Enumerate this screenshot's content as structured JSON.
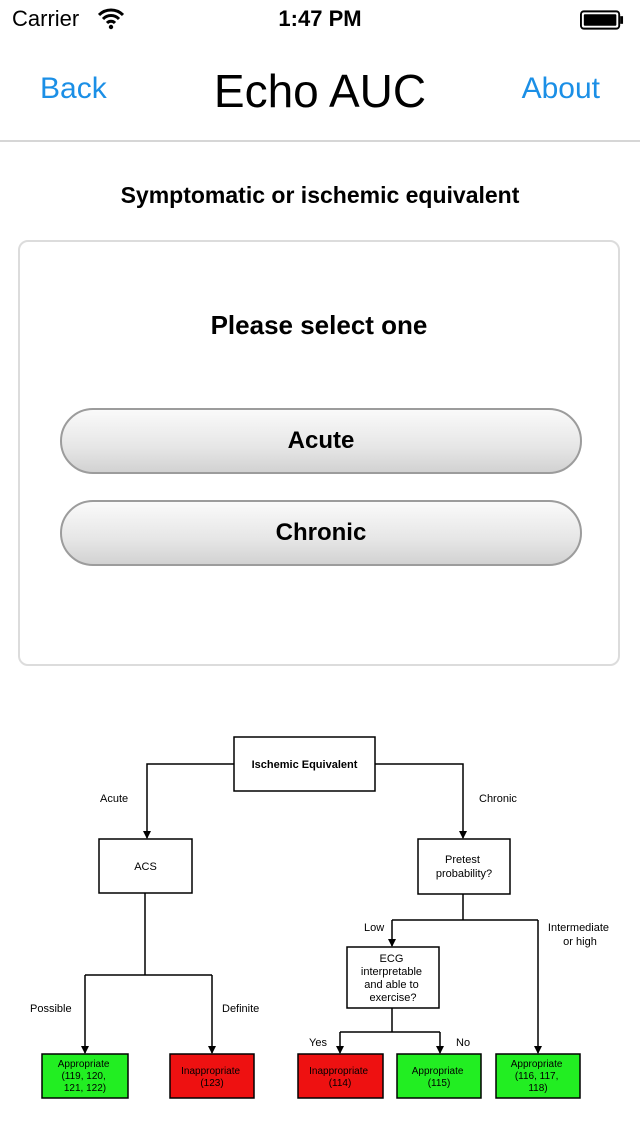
{
  "status_bar": {
    "carrier": "Carrier",
    "time": "1:47 PM"
  },
  "nav": {
    "back_label": "Back",
    "title": "Echo AUC",
    "about_label": "About"
  },
  "section_title": "Symptomatic or ischemic equivalent",
  "selection": {
    "prompt": "Please select one",
    "options": [
      "Acute",
      "Chronic"
    ]
  },
  "flowchart": {
    "root": "Ischemic Equivalent",
    "branch_acute": "Acute",
    "branch_chronic": "Chronic",
    "acs": "ACS",
    "pretest": [
      "Pretest",
      "probability?"
    ],
    "label_possible": "Possible",
    "label_definite": "Definite",
    "label_low": "Low",
    "label_intermediate": [
      "Intermediate",
      "or high"
    ],
    "ecg": [
      "ECG",
      "interpretable",
      "and able to",
      "exercise?"
    ],
    "label_yes": "Yes",
    "label_no": "No",
    "out_possible": [
      "Appropriate",
      "(119, 120,",
      "121, 122)"
    ],
    "out_definite": [
      "Inappropriate",
      "(123)"
    ],
    "out_yes": [
      "Inappropriate",
      "(114)"
    ],
    "out_no": [
      "Appropriate",
      "(115)"
    ],
    "out_intermediate": [
      "Appropriate",
      "(116, 117,",
      "118)"
    ]
  },
  "colors": {
    "link": "#1b8fe6",
    "appropriate": "#22ee22",
    "inappropriate": "#ee1111"
  }
}
